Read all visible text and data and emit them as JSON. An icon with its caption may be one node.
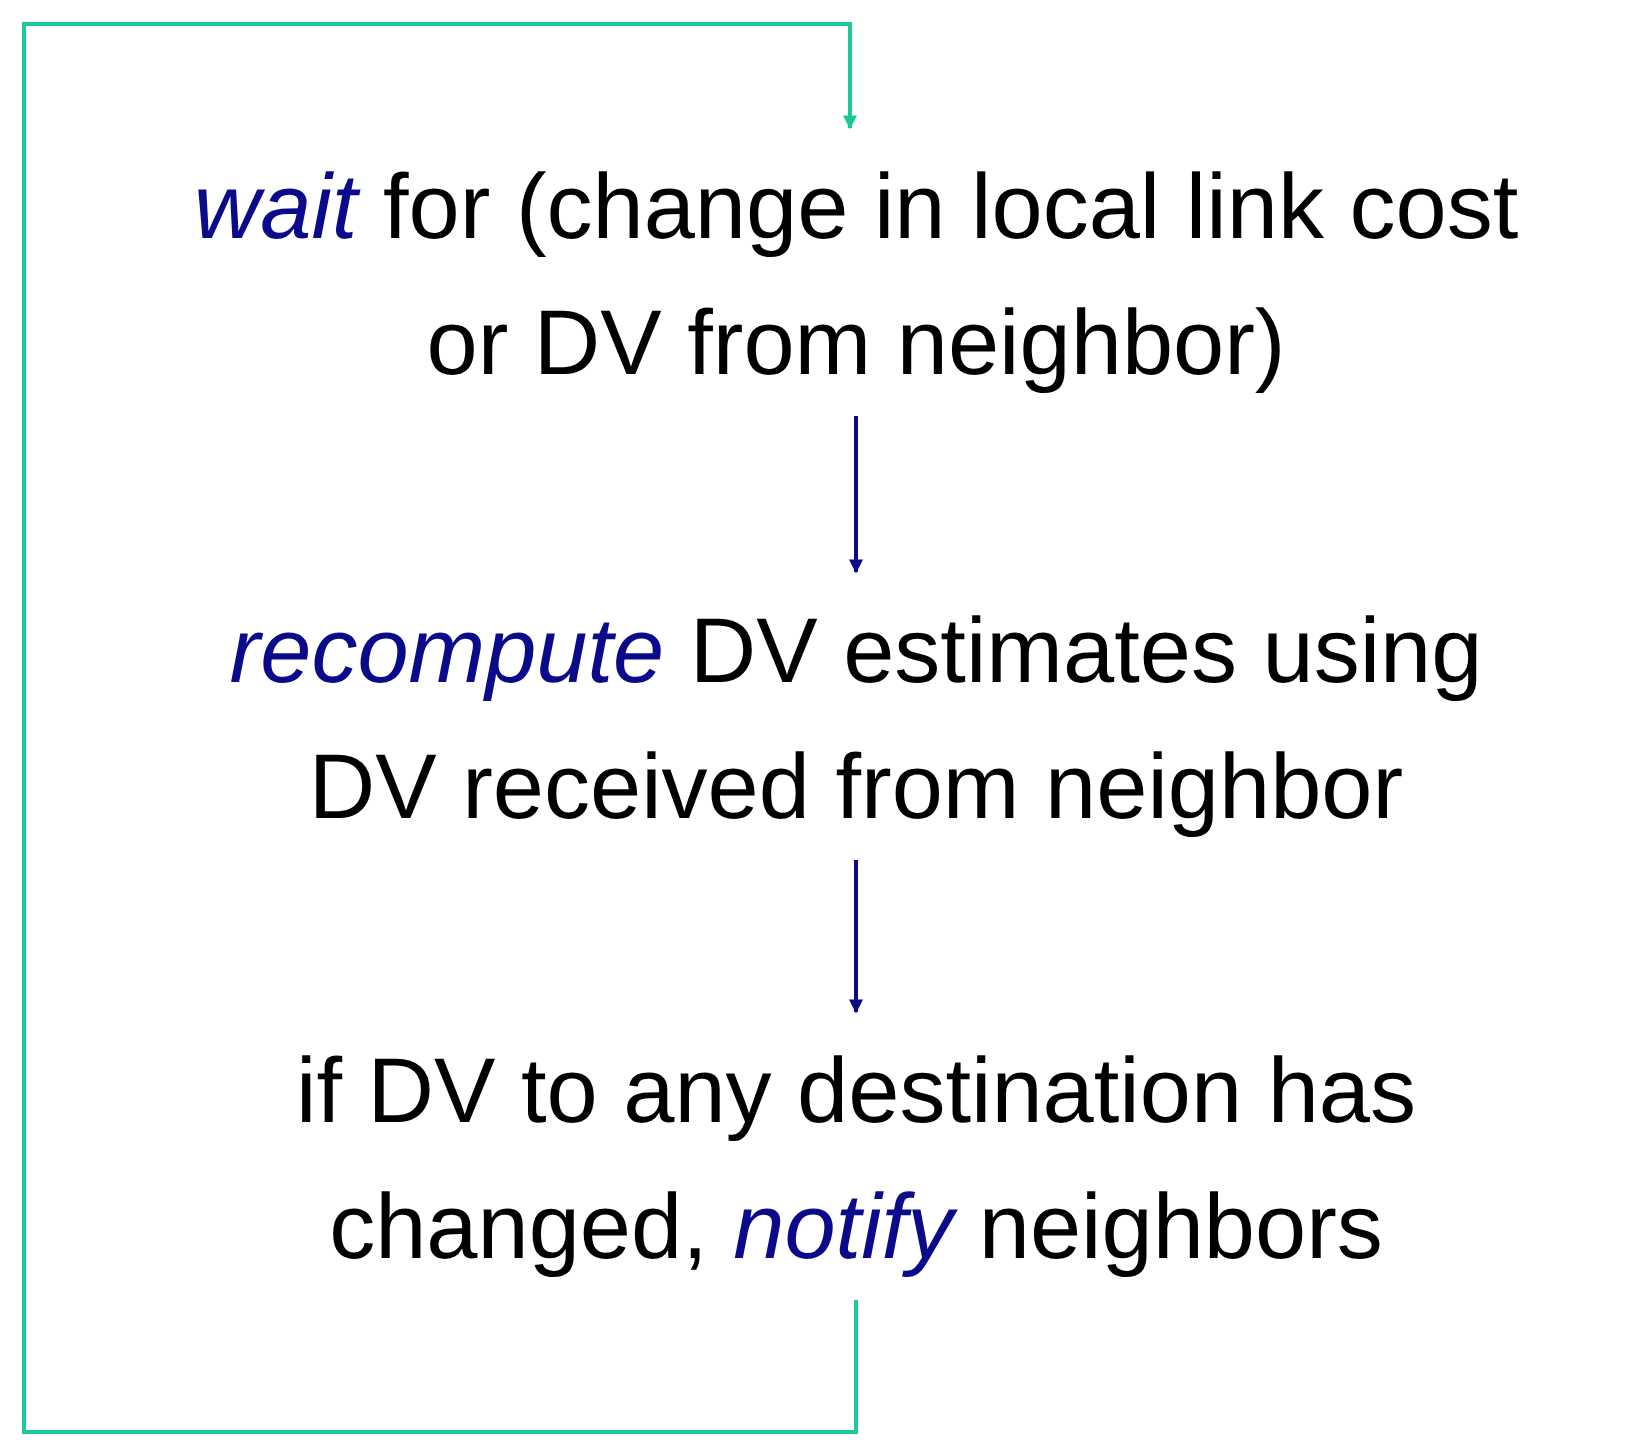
{
  "diagram": {
    "nodes": [
      {
        "text": [
          "*wait* for (change in local link cost or DV from neighbor)"
        ]
      },
      {
        "text": [
          "*recompute* DV estimates using DV received from neighbor"
        ]
      },
      {
        "text": [
          "if DV to any destination has changed, *notify* neighbors"
        ]
      }
    ],
    "edges": [
      {
        "from": 0,
        "to": 1,
        "arrow": "to"
      },
      {
        "from": 1,
        "to": 2,
        "arrow": "to"
      },
      {
        "from": 2,
        "to": 0,
        "arrow": "to",
        "color": "#1dc99a"
      }
    ]
  }
}
